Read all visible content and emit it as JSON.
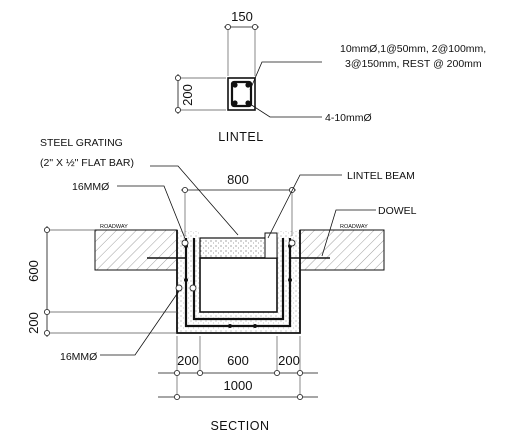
{
  "lintel": {
    "width_dim": "150",
    "height_dim": "200",
    "stirrup_note_line1": "10mmØ,1@50mm, 2@100mm,",
    "stirrup_note_line2": "3@150mm, REST @ 200mm",
    "bars_note": "4-10mmØ",
    "title": "LINTEL"
  },
  "section": {
    "grating_line1": "STEEL GRATING",
    "grating_line2": "(2\" X ½\" FLAT BAR)",
    "top_bar_note": "16MMØ",
    "overall_top_dim": "800",
    "lintel_beam_label": "LINTEL BEAM",
    "dowel_label": "DOWEL",
    "roadway_left": "ROADWAY",
    "roadway_right": "ROADWAY",
    "height_dim_upper": "600",
    "height_dim_lower": "200",
    "bottom_bar_note": "16MMØ",
    "bottom_dims": [
      "200",
      "600",
      "200"
    ],
    "overall_bottom_dim": "1000",
    "title": "SECTION"
  }
}
